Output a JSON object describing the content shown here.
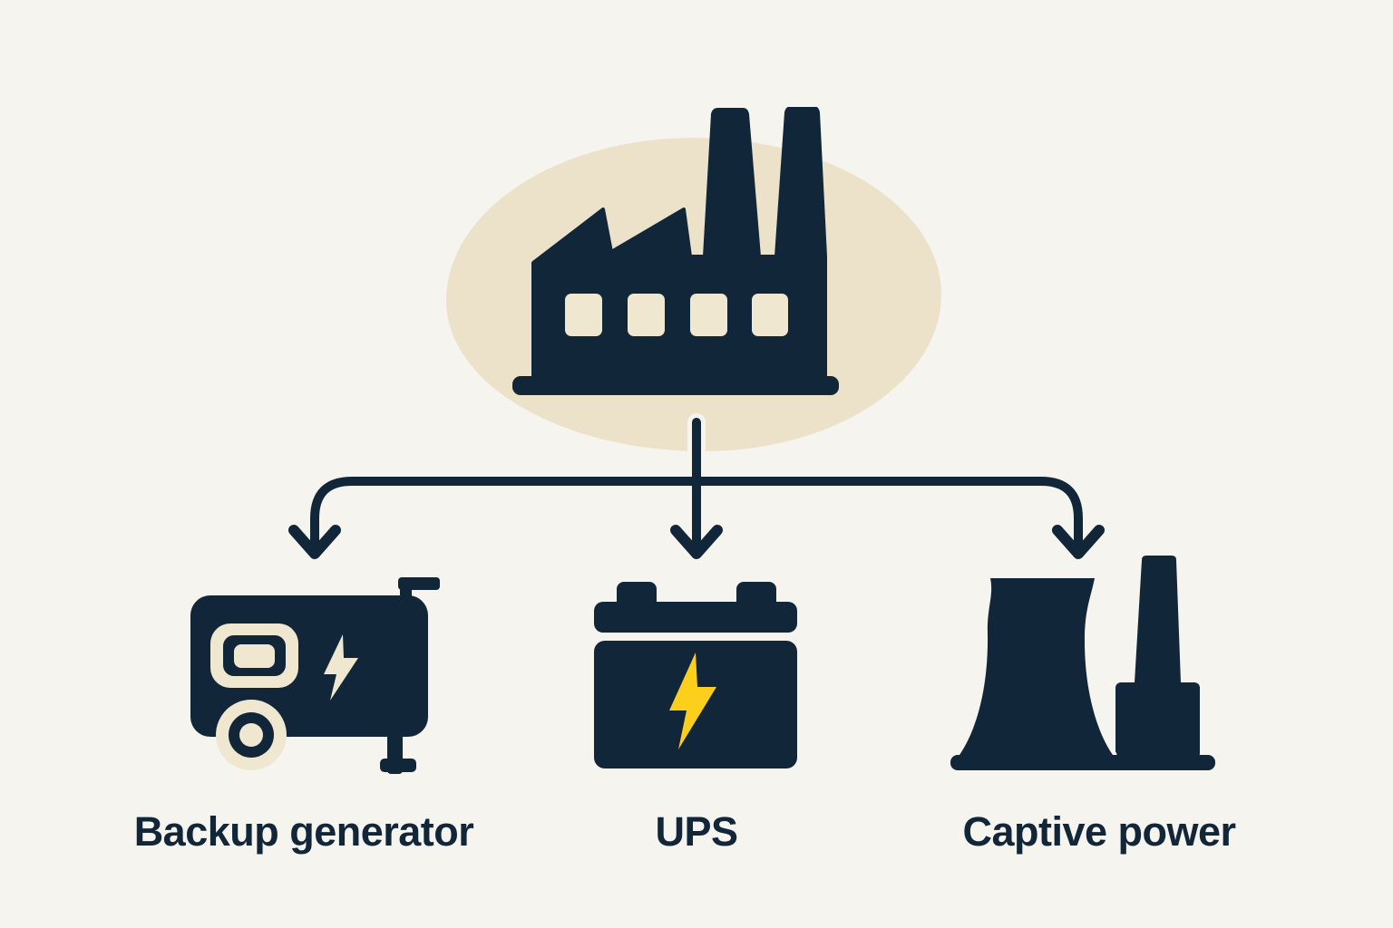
{
  "diagram": {
    "root_node": {
      "icon": "factory-icon",
      "description": "industrial plant"
    },
    "nodes": [
      {
        "id": "backup-generator",
        "label": "Backup generator",
        "icon": "generator-icon"
      },
      {
        "id": "ups",
        "label": "UPS",
        "icon": "battery-icon"
      },
      {
        "id": "captive-power",
        "label": "Captive power",
        "icon": "cooling-tower-icon"
      }
    ],
    "connector": {
      "type": "tree-branch-arrows",
      "branch_count": 3
    }
  },
  "colors": {
    "navy": "#122639",
    "background": "#f6f4ef",
    "blob": "#ebe2c9",
    "cream": "#f0e7d1",
    "yellow": "#fbcf1b"
  }
}
